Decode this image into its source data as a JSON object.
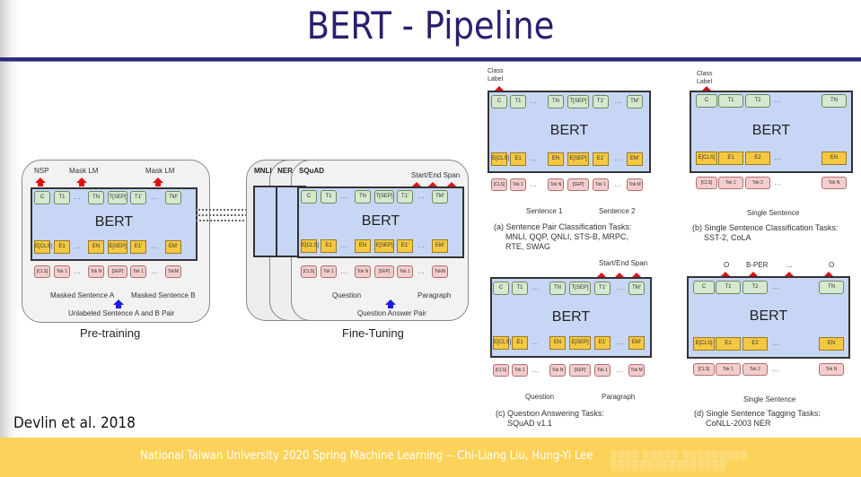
{
  "slide": {
    "title": "BERT  - Pipeline",
    "citation": "Devlin et al. 2018",
    "footer": "National Taiwan University 2020 Spring Machine Learning -- Chi-Liang Liu, Hung-Yi Lee"
  },
  "pretraining": {
    "label": "Pre-training",
    "outputs": [
      "NSP",
      "Mask LM",
      "Mask LM"
    ],
    "bert": "BERT",
    "top_tokens": [
      "C",
      "T1",
      "...",
      "TN",
      "T[SEP]",
      "T1'",
      "...",
      "TM'"
    ],
    "embeddings": [
      "E[CLS]",
      "E1",
      "...",
      "EN",
      "E[SEP]",
      "E1'",
      "...",
      "EM'"
    ],
    "inputs": [
      "[CLS]",
      "Tok 1",
      "...",
      "Tok N",
      "[SEP]",
      "Tok 1",
      "...",
      "TokM"
    ],
    "segment_a": "Masked Sentence A",
    "segment_b": "Masked Sentence B",
    "input_label": "Unlabeled Sentence A and B Pair"
  },
  "finetuning": {
    "label": "Fine-Tuning",
    "tabs": [
      "MNLI",
      "NER",
      "SQuAD"
    ],
    "output": "Start/End Span",
    "bert": "BERT",
    "top_tokens": [
      "C",
      "T1",
      "...",
      "TN",
      "T[SEP]",
      "T1'",
      "...",
      "TM'"
    ],
    "embeddings": [
      "E[CLS]",
      "E1",
      "...",
      "EN",
      "E[SEP]",
      "E1'",
      "...",
      "EM'"
    ],
    "inputs": [
      "[CLS]",
      "Tok 1",
      "...",
      "Tok N",
      "[SEP]",
      "Tok 1",
      "...",
      "TokM"
    ],
    "segment_a": "Question",
    "segment_b": "Paragraph",
    "input_label": "Question Answer Pair"
  },
  "tasks": {
    "a": {
      "output": "Class\nLabel",
      "bert": "BERT",
      "segment_a": "Sentence 1",
      "segment_b": "Sentence 2",
      "caption_1": "(a) Sentence Pair Classification Tasks:",
      "caption_2": "MNLI, QQP, QNLI, STS-B, MRPC,",
      "caption_3": "RTE, SWAG"
    },
    "b": {
      "output": "Class\nLabel",
      "bert": "BERT",
      "segment": "Single Sentence",
      "caption_1": "(b) Single Sentence Classification Tasks:",
      "caption_2": "SST-2, CoLA"
    },
    "c": {
      "output": "Start/End Span",
      "bert": "BERT",
      "segment_a": "Question",
      "segment_b": "Paragraph",
      "caption_1": "(c) Question Answering Tasks:",
      "caption_2": "SQuAD v1.1"
    },
    "d": {
      "outputs": [
        "O",
        "B-PER",
        "...",
        "O"
      ],
      "bert": "BERT",
      "segment": "Single Sentence",
      "caption_1": "(d) Single Sentence Tagging Tasks:",
      "caption_2": "CoNLL-2003 NER"
    },
    "pair_top": [
      "C",
      "T1",
      "...",
      "TN",
      "T[SEP]",
      "T1'",
      "...",
      "TM'"
    ],
    "pair_emb": [
      "E[CLS]",
      "E1",
      "...",
      "EN",
      "E[SEP]",
      "E1'",
      "...",
      "EM'"
    ],
    "pair_in": [
      "[CLS]",
      "Tok 1",
      "...",
      "Tok N",
      "[SEP]",
      "Tok 1",
      "...",
      "Tok M"
    ],
    "single_top": [
      "C",
      "T1",
      "T2",
      "...",
      "TN"
    ],
    "single_emb": [
      "E[CLS]",
      "E1",
      "E2",
      "...",
      "EN"
    ],
    "single_in": [
      "[CLS]",
      "Tok 1",
      "Tok 2",
      "...",
      "Tok N"
    ]
  }
}
